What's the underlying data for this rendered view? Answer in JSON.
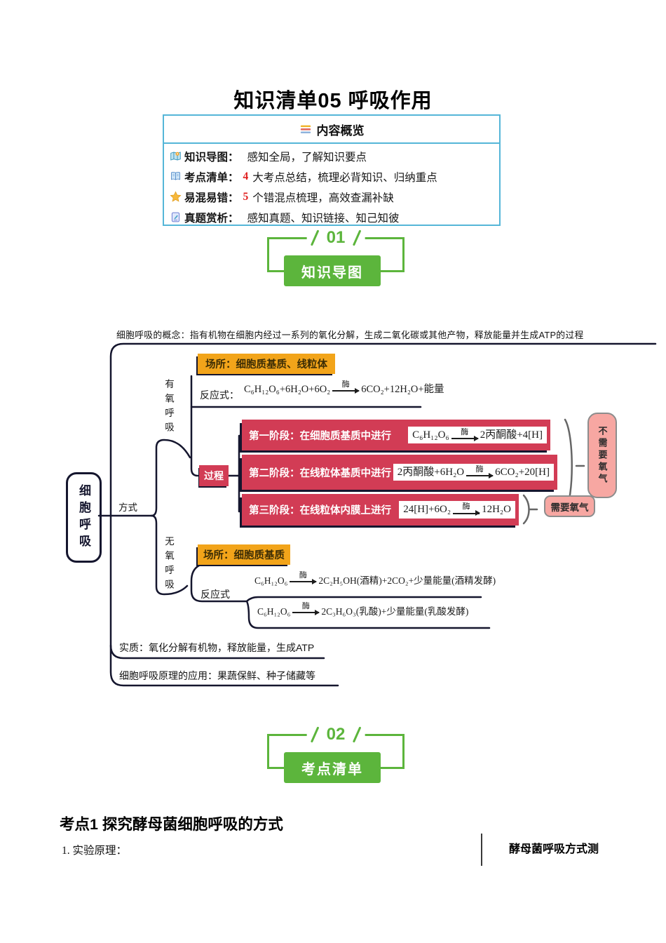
{
  "page": {
    "title": "知识清单05 呼吸作用"
  },
  "overview": {
    "header": "内容概览",
    "items": [
      {
        "icon": "map-icon",
        "label": "知识导图：",
        "num": "",
        "desc": "感知全局，了解知识要点"
      },
      {
        "icon": "book-icon",
        "label": "考点清单：",
        "num": "4",
        "desc": "大考点总结，梳理必背知识、归纳重点"
      },
      {
        "icon": "star-icon",
        "label": "易混易错：",
        "num": "5",
        "desc": "个错混点梳理，高效查漏补缺"
      },
      {
        "icon": "memo-icon",
        "label": "真题赏析：",
        "num": "",
        "desc": "感知真题、知识链接、知己知彼"
      }
    ]
  },
  "section01": {
    "number": "01",
    "button": "知识导图"
  },
  "section02": {
    "number": "02",
    "button": "考点清单"
  },
  "mindmap": {
    "root": "细胞呼吸",
    "concept": "细胞呼吸的概念：指有机物在细胞内经过一系列的氧化分解，生成二氧化碳或其他产物，释放能量并生成ATP的过程",
    "mode_label": "方式",
    "aerobic": {
      "label": "有氧呼吸",
      "site": "场所：细胞质基质、线粒体",
      "eq_label": "反应式：",
      "eq": {
        "pre": "C₆H₁₂O₆+6H₂O+6O₂",
        "over": "酶",
        "post": "6CO₂+12H₂O+能量"
      },
      "process": "过程",
      "stages": [
        {
          "label": "第一阶段：在细胞质基质中进行",
          "f": {
            "pre": "C₆H₁₂O₆",
            "over": "酶",
            "post": "2丙酮酸+4[H]"
          }
        },
        {
          "label": "第二阶段：在线粒体基质中进行",
          "f": {
            "pre": "2丙酮酸+6H₂O",
            "over": "酶",
            "post": "6CO₂+20[H]"
          }
        },
        {
          "label": "第三阶段：在线粒体内膜上进行",
          "f": {
            "pre": "24[H]+6O₂",
            "over": "酶",
            "post": "12H₂O"
          }
        }
      ],
      "note_stage12": "不需要氧气",
      "note_stage3": "需要氧气"
    },
    "anaerobic": {
      "label": "无氧呼吸",
      "site": "场所：细胞质基质",
      "eq_label": "反应式",
      "eq1": {
        "pre": "C₆H₁₂O₆",
        "over": "酶",
        "post": "2C₂H₅OH(酒精)+2CO₂+少量能量(酒精发酵)"
      },
      "eq2": {
        "pre": "C₆H₁₂O₆",
        "over": "酶",
        "post": "2C₃H₆O₃(乳酸)+少量能量(乳酸发酵)"
      }
    },
    "essence": "实质：氧化分解有机物，释放能量，生成ATP",
    "application": "细胞呼吸原理的应用：果蔬保鲜、种子储藏等"
  },
  "exam": {
    "heading": "考点1 探究酵母菌细胞呼吸的方式",
    "line1": "1. 实验原理：",
    "right_heading": "酵母菌呼吸方式测"
  },
  "colors": {
    "green": "#5cb53c",
    "stage_red": "#d23c55",
    "site_orange": "#f2a41a",
    "note_pink": "#f7a7a2",
    "wire_navy": "#15162e",
    "overview_blue": "#55b6d8",
    "highlight_red": "#e02020"
  }
}
